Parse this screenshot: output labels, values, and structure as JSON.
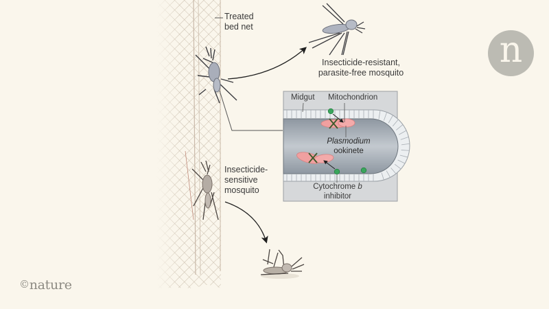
{
  "figure": {
    "labels": {
      "bed_net": [
        "Treated",
        "bed net"
      ],
      "resistant_mosquito": [
        "Insecticide-resistant,",
        "parasite-free mosquito"
      ],
      "sensitive_mosquito": [
        "Insecticide-",
        "sensitive",
        "mosquito"
      ],
      "midgut": "Midgut",
      "mitochondrion": "Mitochondrion",
      "plasmodium": "Plasmodium",
      "ookinete": "ookinete",
      "cytochrome": "Cytochrome",
      "cytochrome_b": "b",
      "inhibitor": "inhibitor"
    },
    "colors": {
      "background": "#faf6ec",
      "net": "#cfc6b8",
      "inset_bg": "#d4d6d8",
      "lumen": "#9aa2ab",
      "parasite": "#f0a0a0",
      "inhibitor_dot": "#3aa55c",
      "block_x": "#3a5a2a"
    }
  },
  "branding": {
    "copyright_symbol": "©",
    "publisher": "nature",
    "logo_letter": "n"
  }
}
